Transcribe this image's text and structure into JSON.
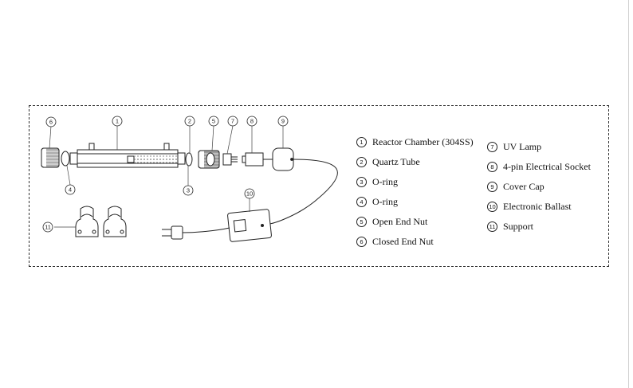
{
  "callouts": [
    "1",
    "2",
    "3",
    "4",
    "5",
    "6",
    "7",
    "8",
    "9",
    "10",
    "11"
  ],
  "legend": {
    "left": [
      {
        "num": "1",
        "text": "Reactor Chamber (304SS)"
      },
      {
        "num": "2",
        "text": "Quartz Tube"
      },
      {
        "num": "3",
        "text": "O-ring"
      },
      {
        "num": "4",
        "text": "O-ring"
      },
      {
        "num": "5",
        "text": "Open End Nut"
      },
      {
        "num": "6",
        "text": "Closed End Nut"
      }
    ],
    "right": [
      {
        "num": "7",
        "text": "UV Lamp"
      },
      {
        "num": "8",
        "text": "4-pin Electrical Socket"
      },
      {
        "num": "9",
        "text": "Cover Cap"
      },
      {
        "num": "10",
        "text": "Electronic Ballast"
      },
      {
        "num": "11",
        "text": "Support"
      }
    ]
  }
}
